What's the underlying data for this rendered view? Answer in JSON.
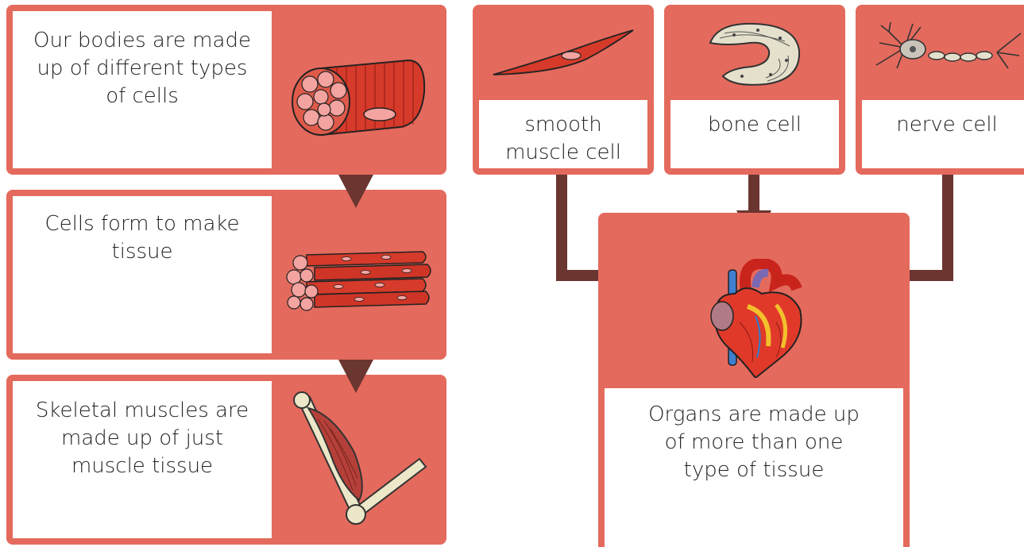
{
  "colors": {
    "card_fill": "#e46a5d",
    "arrow": "#6b3530",
    "text": "#222222"
  },
  "left_column": {
    "cells_card": {
      "text": "Our bodies are made up of different types of cells",
      "image": "muscle-fibre-icon"
    },
    "tissue_card": {
      "text": "Cells form to make tissue",
      "image": "muscle-tissue-icon"
    },
    "skeletal_card": {
      "text": "Skeletal muscles are made up of just muscle tissue",
      "image": "arm-muscle-icon"
    }
  },
  "cell_types": [
    {
      "label": "smooth muscle cell",
      "image": "smooth-muscle-cell-icon"
    },
    {
      "label": "bone cell",
      "image": "bone-cell-icon"
    },
    {
      "label": "nerve cell",
      "image": "nerve-cell-icon"
    }
  ],
  "organ_card": {
    "text": "Organs are made up of more than one type of tissue",
    "image": "heart-icon"
  }
}
